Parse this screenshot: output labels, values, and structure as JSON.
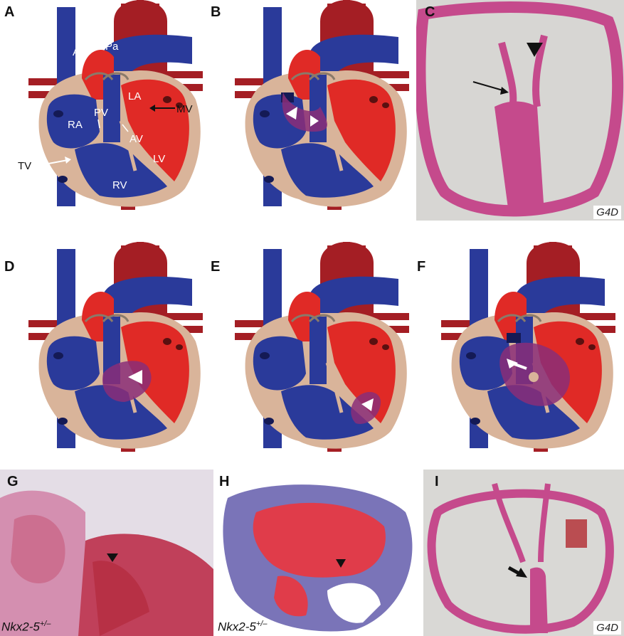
{
  "panels": {
    "A": {
      "label": "A"
    },
    "B": {
      "label": "B"
    },
    "C": {
      "label": "C",
      "tag": "G4D"
    },
    "D": {
      "label": "D"
    },
    "E": {
      "label": "E"
    },
    "F": {
      "label": "F"
    },
    "G": {
      "label": "G",
      "genotype_base": "Nkx2-5",
      "genotype_sup": "+/–"
    },
    "H": {
      "label": "H",
      "genotype_base": "Nkx2-5",
      "genotype_sup": "+/–"
    },
    "I": {
      "label": "I",
      "tag": "G4D"
    }
  },
  "anatomy_labels": {
    "ao": "Ao",
    "pa": "Pa",
    "la": "LA",
    "ra": "RA",
    "pv": "PV",
    "av": "AV",
    "mv": "MV",
    "lv": "LV",
    "tv": "TV",
    "rv": "RV"
  },
  "colors": {
    "venous_blue": "#2a3a9a",
    "arterial_red": "#e02a26",
    "aorta_dark_red": "#a41e24",
    "myocardium_tan": "#d9b49a",
    "defect_purple": "#8a2e78",
    "histology_pink": "#c54a8c"
  }
}
